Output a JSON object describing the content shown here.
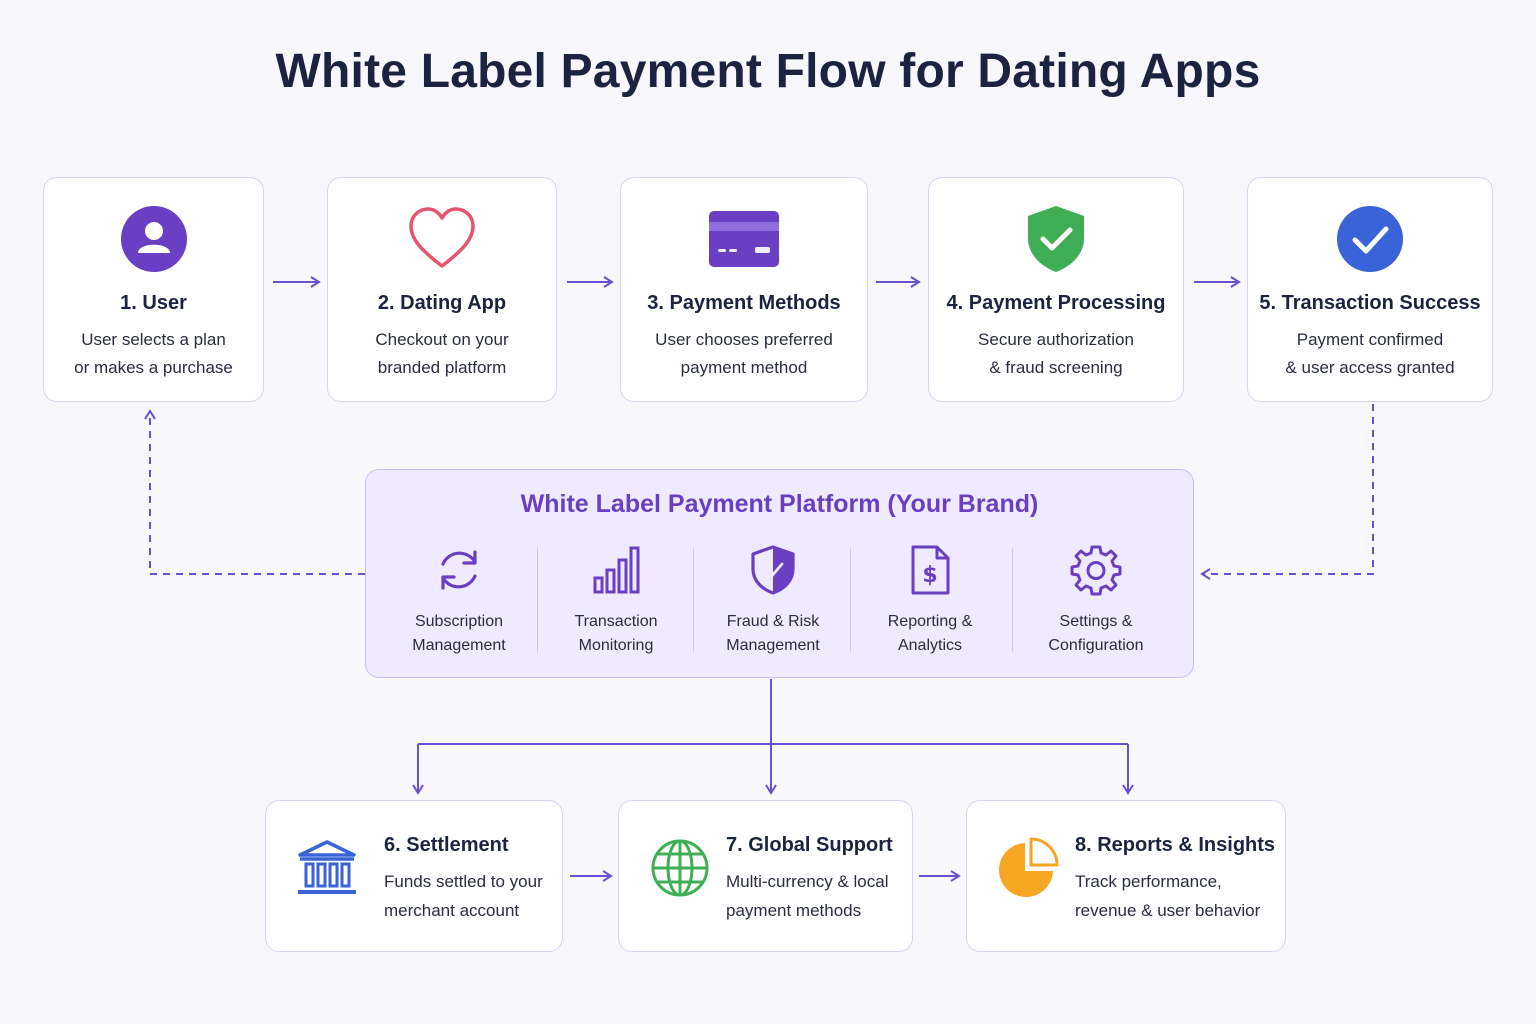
{
  "title": "White Label Payment Flow for Dating Apps",
  "steps": [
    {
      "title": "1. User",
      "line1": "User selects a plan",
      "line2": "or makes a purchase",
      "icon": "user-icon",
      "color": "#6a3fc4"
    },
    {
      "title": "2. Dating App",
      "line1": "Checkout on your",
      "line2": "branded platform",
      "icon": "heart-icon",
      "color": "#e8546f"
    },
    {
      "title": "3. Payment Methods",
      "line1": "User chooses preferred",
      "line2": "payment method",
      "icon": "credit-card-icon",
      "color": "#6a3fc4"
    },
    {
      "title": "4. Payment Processing",
      "line1": "Secure authorization",
      "line2": "& fraud screening",
      "icon": "shield-check-icon",
      "color": "#3fae55"
    },
    {
      "title": "5. Transaction Success",
      "line1": "Payment confirmed",
      "line2": "& user access granted",
      "icon": "check-circle-icon",
      "color": "#3a63d8"
    }
  ],
  "platform": {
    "title": "White Label Payment Platform (Your Brand)",
    "features": [
      {
        "line1": "Subscription",
        "line2": "Management",
        "icon": "refresh-icon"
      },
      {
        "line1": "Transaction",
        "line2": "Monitoring",
        "icon": "bar-chart-icon"
      },
      {
        "line1": "Fraud & Risk",
        "line2": "Management",
        "icon": "shield-icon"
      },
      {
        "line1": "Reporting &",
        "line2": "Analytics",
        "icon": "dollar-document-icon"
      },
      {
        "line1": "Settings &",
        "line2": "Configuration",
        "icon": "gear-icon"
      }
    ]
  },
  "outcomes": [
    {
      "title": "6. Settlement",
      "line1": "Funds settled to your",
      "line2": "merchant account",
      "icon": "bank-icon",
      "color": "#3a63d8"
    },
    {
      "title": "7. Global Support",
      "line1": "Multi-currency & local",
      "line2": "payment methods",
      "icon": "globe-icon",
      "color": "#3fae55"
    },
    {
      "title": "8. Reports & Insights",
      "line1": "Track performance,",
      "line2": "revenue & user behavior",
      "icon": "pie-chart-icon",
      "color": "#f5a623"
    }
  ],
  "accent_color": "#6a3fc4"
}
